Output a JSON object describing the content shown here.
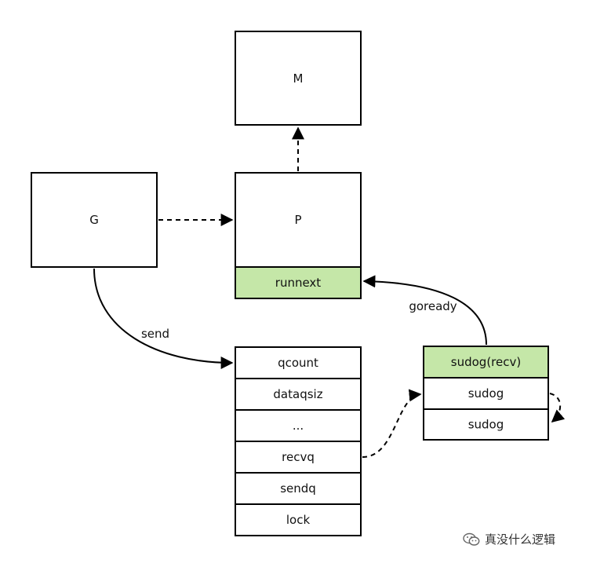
{
  "nodes": {
    "m": "M",
    "p": "P",
    "g": "G",
    "runnext": "runnext"
  },
  "hchan": {
    "fields": [
      "qcount",
      "dataqsiz",
      "...",
      "recvq",
      "sendq",
      "lock"
    ]
  },
  "sudog_list": {
    "items": [
      "sudog(recv)",
      "sudog",
      "sudog"
    ]
  },
  "edges": {
    "send": "send",
    "goready": "goready"
  },
  "colors": {
    "highlight": "#c5e7a8",
    "stroke": "#000000"
  },
  "watermark": {
    "text": "真没什么逻辑",
    "icon": "wechat-icon"
  }
}
